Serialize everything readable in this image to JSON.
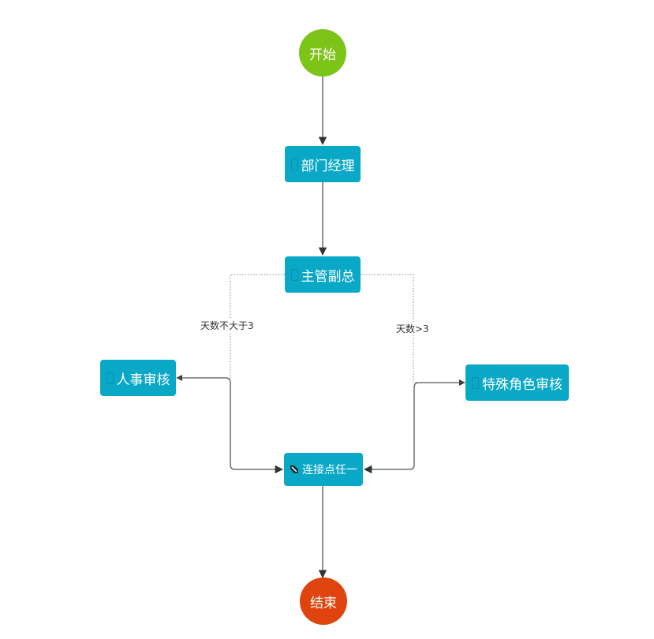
{
  "nodes": {
    "start": {
      "label": "开始",
      "color": "#7dc418"
    },
    "dept_manager": {
      "label": "部门经理",
      "icon": "user-task-icon"
    },
    "vp": {
      "label": "主管副总",
      "icon": "user-task-icon"
    },
    "hr_review": {
      "label": "人事审核",
      "icon": "user-task-icon"
    },
    "special_role_review": {
      "label": "特殊角色审核",
      "icon": "user-task-icon"
    },
    "join_any": {
      "label": "连接点任一",
      "icon": "gateway-icon"
    },
    "end": {
      "label": "结束",
      "color": "#e0440e"
    }
  },
  "edges": {
    "le3_label": "天数不大于3",
    "gt3_label": "天数>3"
  },
  "colors": {
    "task": "#0aa8c7",
    "edge": "#555555",
    "conditional_edge": "#888888"
  }
}
